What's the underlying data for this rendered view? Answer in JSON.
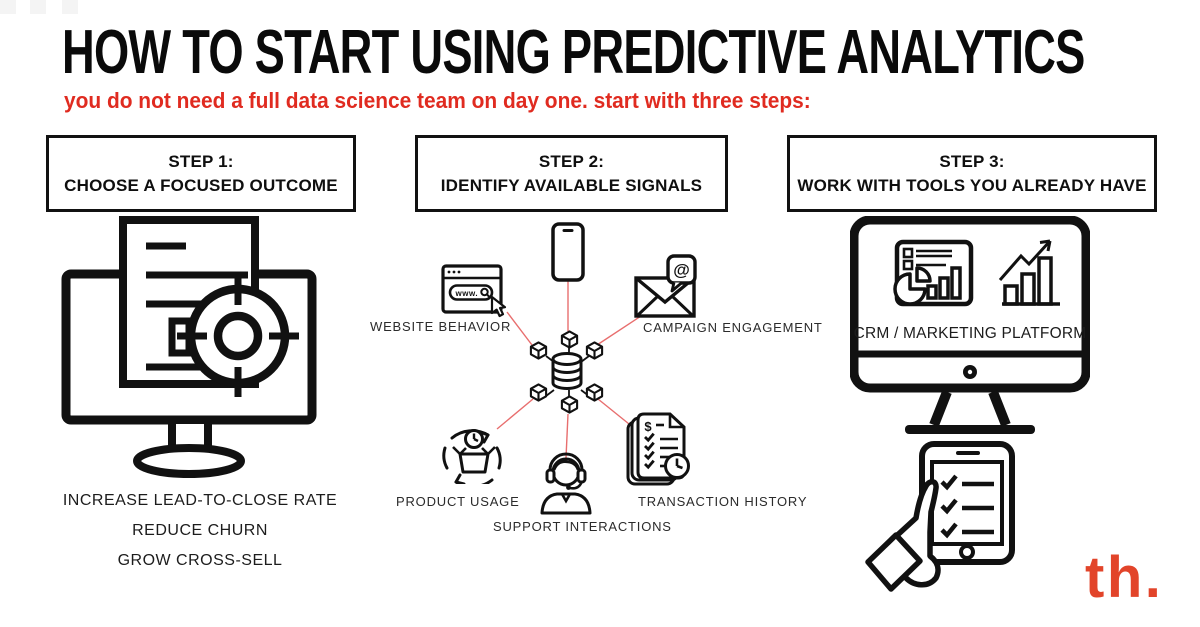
{
  "header": {
    "title": "HOW TO START USING PREDICTIVE ANALYTICS",
    "subtitle": "you do not need a full data science team on day one. start with three steps:"
  },
  "steps": {
    "step1": {
      "heading_line1": "STEP 1:",
      "heading_line2": "CHOOSE A FOCUSED OUTCOME",
      "bullets": [
        "INCREASE LEAD-TO-CLOSE RATE",
        "REDUCE CHURN",
        "GROW CROSS-SELL"
      ]
    },
    "step2": {
      "heading_line1": "STEP 2:",
      "heading_line2": "IDENTIFY AVAILABLE SIGNALS",
      "browser_url": "www.",
      "labels": {
        "website": "WEBSITE BEHAVIOR",
        "campaign": "CAMPAIGN ENGAGEMENT",
        "product": "PRODUCT USAGE",
        "support": "SUPPORT INTERACTIONS",
        "transaction": "TRANSACTION HISTORY"
      }
    },
    "step3": {
      "heading_line1": "STEP 3:",
      "heading_line2": "WORK WITH TOOLS YOU ALREADY HAVE",
      "platform_label": "CRM / MARKETING PLATFORM"
    }
  },
  "branding": {
    "logo": "th."
  },
  "icons": {
    "at_glyph": "@",
    "dollar_glyph": "$"
  },
  "colors": {
    "ink": "#111111",
    "accent_red": "#e02b20",
    "spoke_red": "#e86e6e",
    "logo_red": "#e2442a"
  }
}
